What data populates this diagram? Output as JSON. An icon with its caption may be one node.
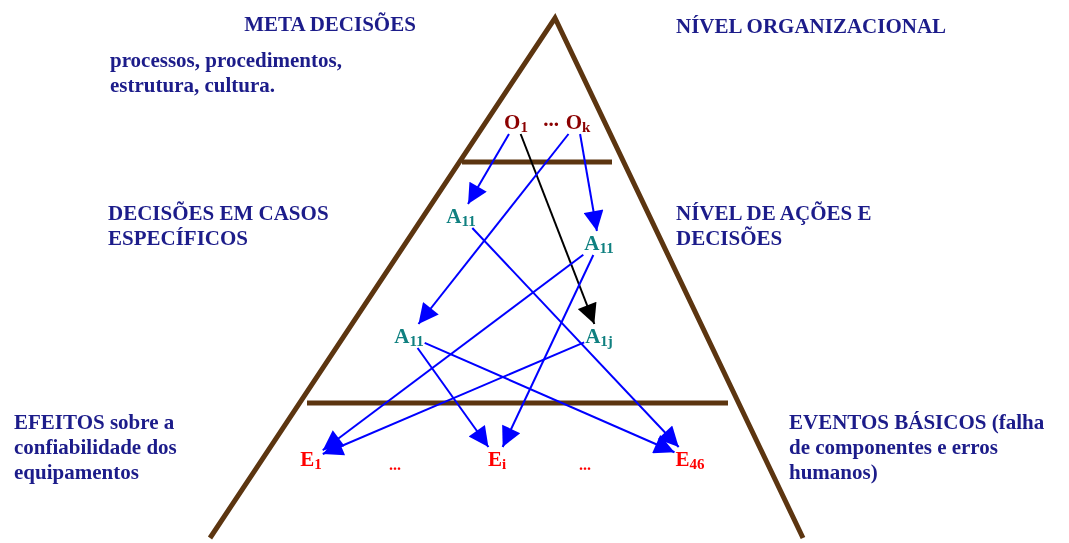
{
  "diagram": {
    "nodes": [
      {
        "text": [
          "O$_{1}$"
        ]
      },
      {
        "text": [
          "O$_{k}$"
        ]
      },
      {
        "text": [
          "A$_{11}$"
        ]
      },
      {
        "text": [
          "A$_{11}$"
        ]
      },
      {
        "text": [
          "A$_{11}$"
        ]
      },
      {
        "text": [
          "A$_{1j}$"
        ]
      },
      {
        "text": [
          "E$_{1}$"
        ]
      },
      {
        "text": [
          "E$_{i}$"
        ]
      },
      {
        "text": [
          "E$_{46}$"
        ]
      }
    ],
    "edges": [
      {
        "from": 0,
        "to": 2,
        "arrow": "to"
      },
      {
        "from": 0,
        "to": 5,
        "arrow": "to",
        "color": "#000000"
      },
      {
        "from": 1,
        "to": 3,
        "arrow": "to"
      },
      {
        "from": 1,
        "to": 4,
        "arrow": "to"
      },
      {
        "from": 2,
        "to": 8,
        "arrow": "to"
      },
      {
        "from": 3,
        "to": 6,
        "arrow": "to"
      },
      {
        "from": 3,
        "to": 7,
        "arrow": "to"
      },
      {
        "from": 4,
        "to": 7,
        "arrow": "to"
      },
      {
        "from": 4,
        "to": 8,
        "arrow": "to"
      },
      {
        "from": 5,
        "to": 6,
        "arrow": "to"
      }
    ],
    "labels": [
      "META DECISÕES",
      "NÍVEL ORGANIZACIONAL",
      "processos, procedimentos, estrutura, cultura.",
      "...",
      "DECISÕES EM CASOS ESPECÍFICOS",
      "NÍVEL DE AÇÕES E DECISÕES",
      "EFEITOS sobre a confiabilidade dos equipamentos",
      "EVENTOS BÁSICOS (falha de componentes e erros humanos)",
      "...",
      "..."
    ]
  }
}
